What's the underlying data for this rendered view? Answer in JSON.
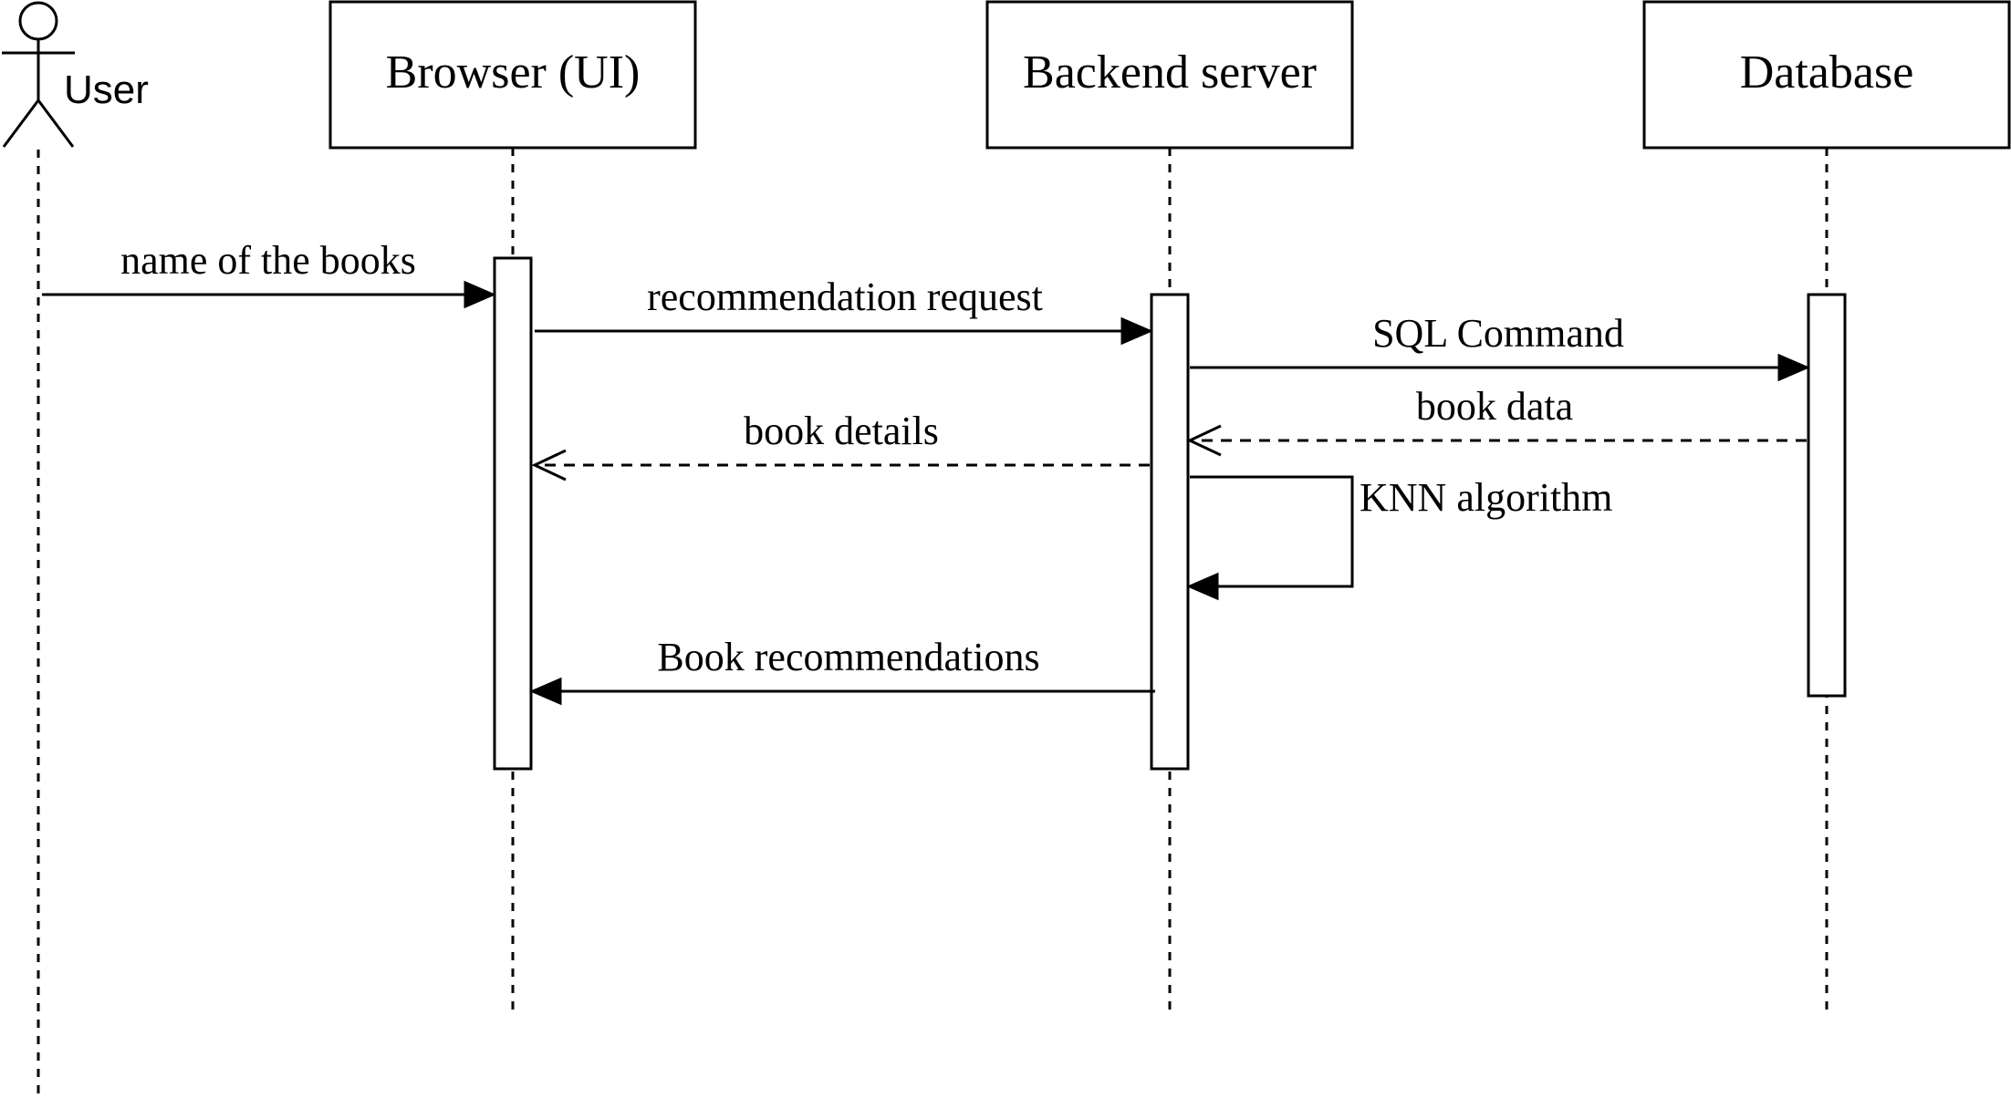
{
  "actor": {
    "label": "User"
  },
  "participants": [
    {
      "id": "browser",
      "label": "Browser (UI)"
    },
    {
      "id": "backend",
      "label": "Backend server"
    },
    {
      "id": "database",
      "label": "Database"
    }
  ],
  "messages": [
    {
      "id": "m1",
      "from": "User",
      "to": "Browser (UI)",
      "label": "name of the books",
      "style": "solid"
    },
    {
      "id": "m2",
      "from": "Browser (UI)",
      "to": "Backend server",
      "label": "recommendation request",
      "style": "solid"
    },
    {
      "id": "m3",
      "from": "Backend server",
      "to": "Database",
      "label": "SQL Command",
      "style": "solid"
    },
    {
      "id": "m4",
      "from": "Database",
      "to": "Backend server",
      "label": "book data",
      "style": "dashed-return"
    },
    {
      "id": "m5",
      "from": "Backend server",
      "to": "Browser (UI)",
      "label": "book details",
      "style": "dashed-return"
    },
    {
      "id": "m6",
      "from": "Backend server",
      "to": "Backend server",
      "label": "KNN algorithm",
      "style": "self"
    },
    {
      "id": "m7",
      "from": "Backend server",
      "to": "Browser (UI)",
      "label": "Book recommendations",
      "style": "solid"
    }
  ]
}
